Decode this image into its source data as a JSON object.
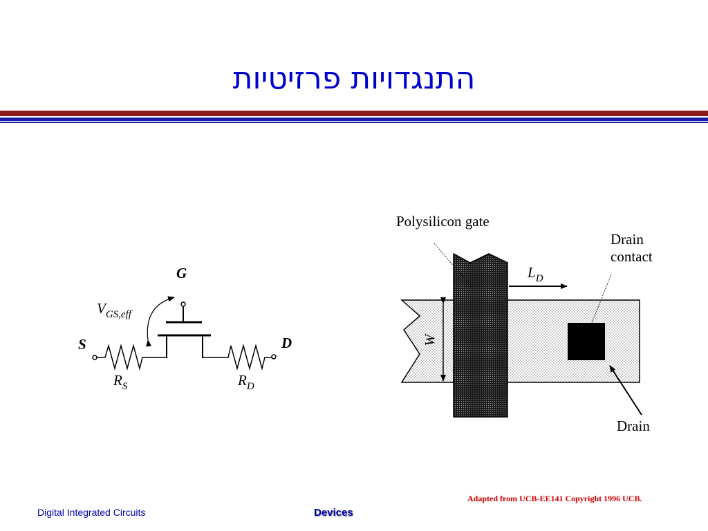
{
  "slide": {
    "title": "התנגדויות פרזיטיות",
    "footer_left": "Digital Integrated Circuits",
    "footer_center": "Devices",
    "credit": "Adapted from UCB-EE141 Copyright 1996 UCB."
  },
  "circuit": {
    "gate_label": "G",
    "source_label": "S",
    "drain_label": "D",
    "vgs_main": "V",
    "vgs_sub": "GS,eff",
    "rs_main": "R",
    "rs_sub": "S",
    "rd_main": "R",
    "rd_sub": "D"
  },
  "layout": {
    "gate_label": "Polysilicon gate",
    "drain_contact_line1": "Drain",
    "drain_contact_line2": "contact",
    "ld_main": "L",
    "ld_sub": "D",
    "width_label": "W",
    "drain_label": "Drain"
  },
  "colors": {
    "title": "#0000cc",
    "rule_red": "#8b1a1a",
    "rule_blue": "#1a1aa8",
    "credit": "#cc0000"
  }
}
